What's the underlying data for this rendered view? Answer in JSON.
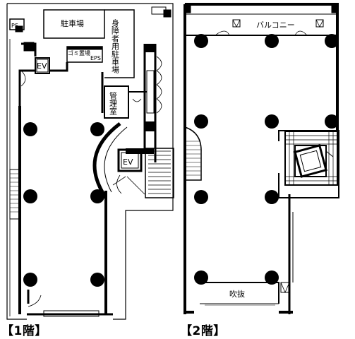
{
  "floor1": {
    "caption": "【1階】",
    "labels": {
      "ps": "PS",
      "parking": "駐車場",
      "accessible_parking": "身障者用駐車場",
      "garbage": "ゴミ置場",
      "eps": "EPS",
      "elevator_small": "EV",
      "elevator_main": "EV",
      "management": "管理室"
    }
  },
  "floor2": {
    "caption": "【2階】",
    "labels": {
      "balcony": "バルコニー",
      "atrium": "吹抜"
    }
  }
}
